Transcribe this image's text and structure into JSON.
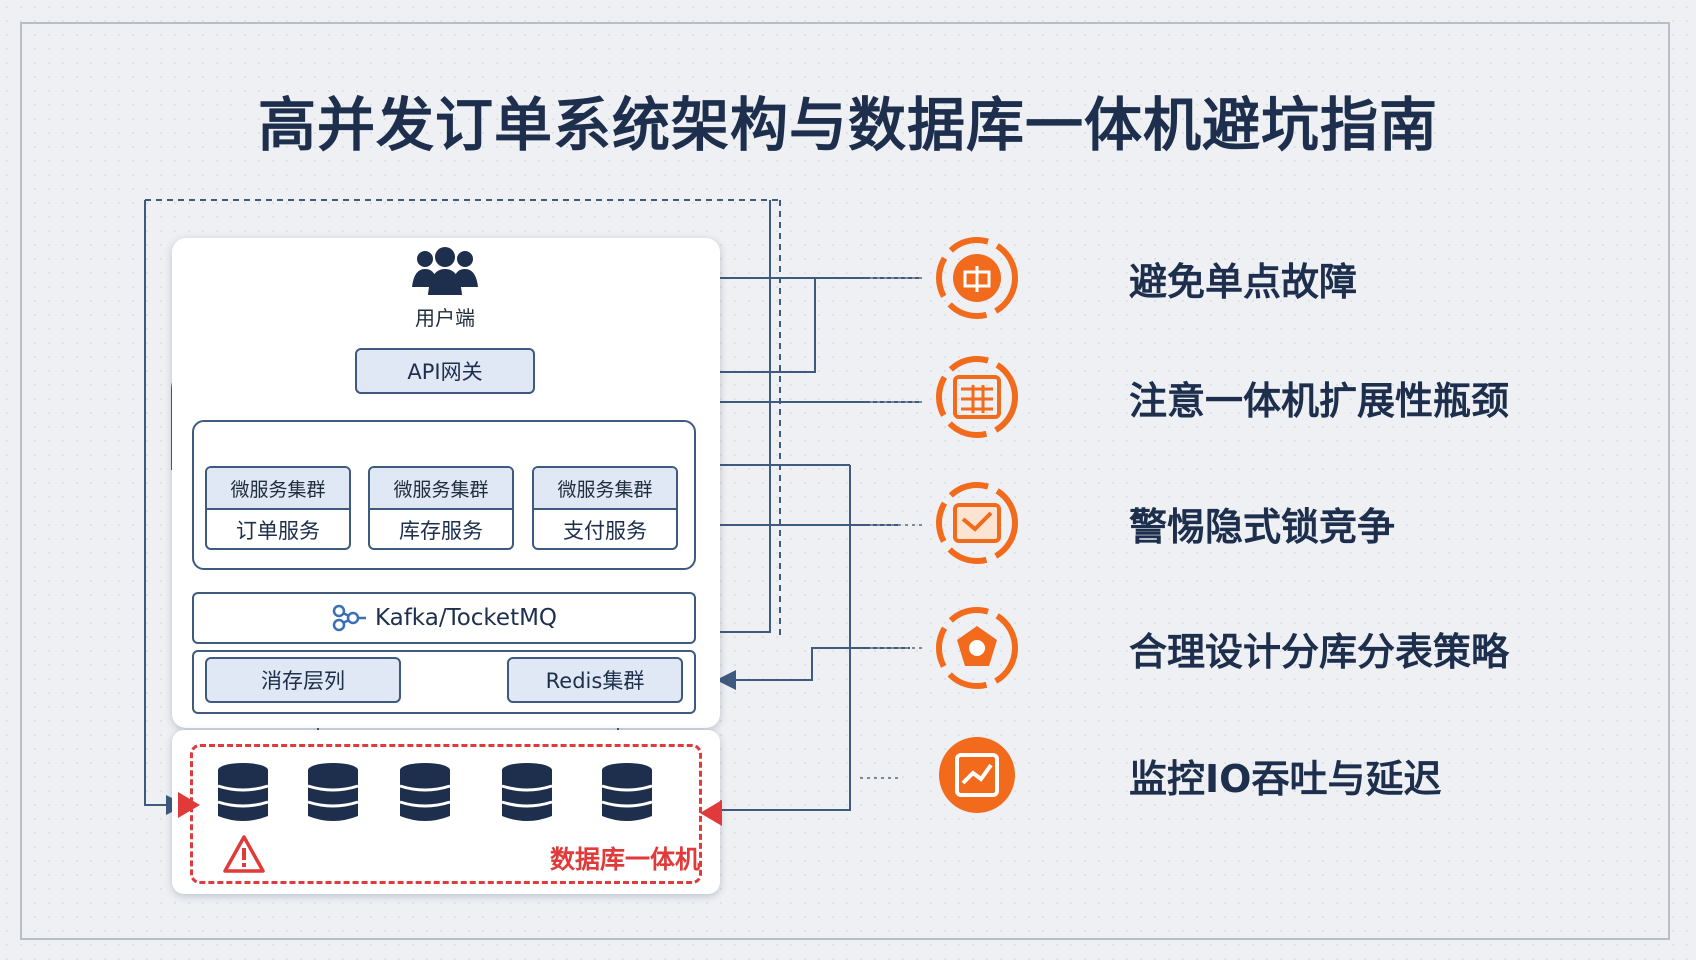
{
  "title": "高并发订单系统架构与数据库一体机避坑指南",
  "diagram": {
    "user_label": "用户端",
    "gateway": "API网关",
    "services": [
      {
        "cluster": "微服务集群",
        "name": "订单服务"
      },
      {
        "cluster": "微服务集群",
        "name": "库存服务"
      },
      {
        "cluster": "微服务集群",
        "name": "支付服务"
      }
    ],
    "mq": "Kafka/TocketMQ",
    "cache_layer": "消存层列",
    "redis": "Redis集群",
    "database": "数据库一体机"
  },
  "tips": [
    {
      "text": "避免单点故障",
      "icon": "fault-tolerance-icon"
    },
    {
      "text": "注意一体机扩展性瓶颈",
      "icon": "scalability-icon"
    },
    {
      "text": "警惕隐式锁竞争",
      "icon": "lock-contention-icon"
    },
    {
      "text": "合理设计分库分表策略",
      "icon": "sharding-icon"
    },
    {
      "text": "监控IO吞吐与延迟",
      "icon": "io-monitor-icon"
    }
  ],
  "colors": {
    "accent": "#f26a1b",
    "navy": "#1d2f4c",
    "alert": "#e03a3a",
    "box_fill": "#dfe8f4"
  }
}
